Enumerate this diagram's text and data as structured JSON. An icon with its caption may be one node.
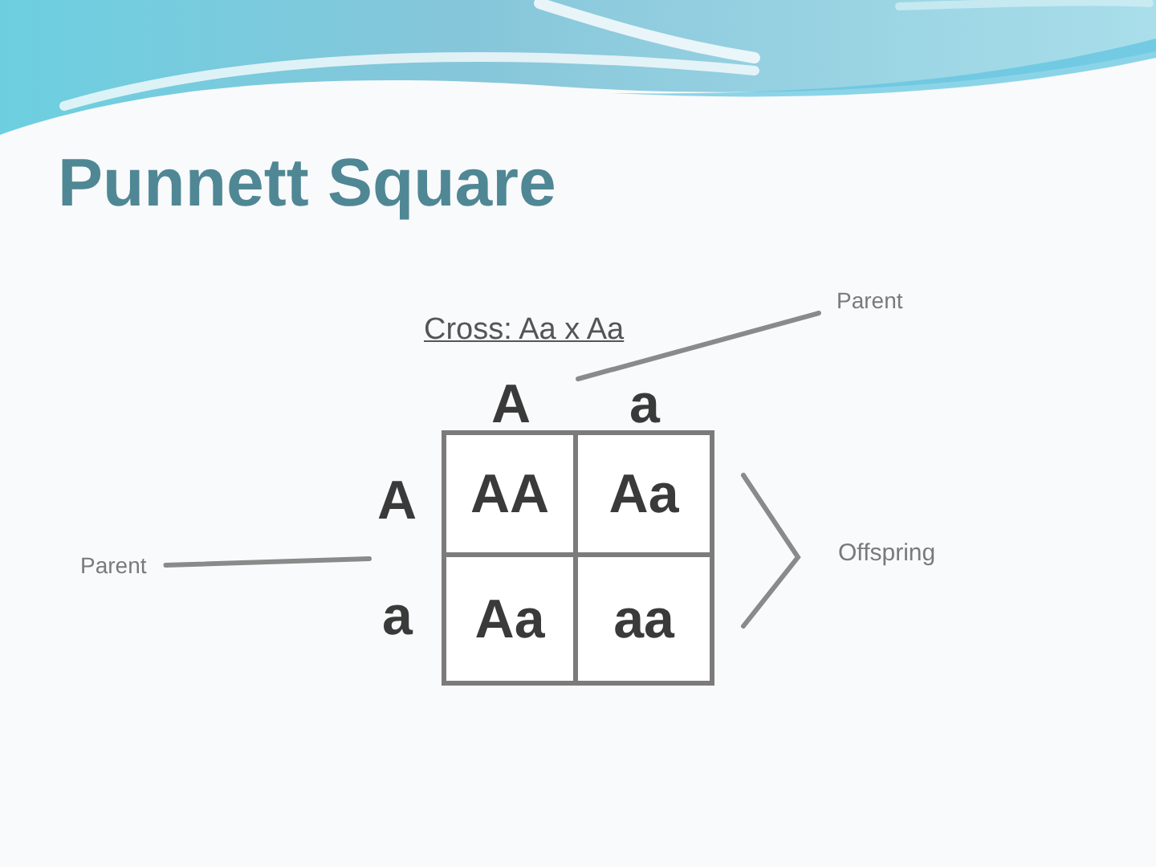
{
  "diagram": {
    "title": "Punnett Square",
    "nodes": [
      {
        "text": [
          "Parent"
        ]
      },
      {
        "text": [
          "A",
          "a"
        ]
      },
      {
        "text": [
          "Parent"
        ]
      },
      {
        "text": [
          "A",
          "a"
        ]
      },
      {
        "text": [],
        "shape": "box"
      },
      {
        "text": [
          "AA"
        ],
        "in": 4
      },
      {
        "text": [
          "Aa"
        ],
        "in": 4
      },
      {
        "text": [
          "Aa"
        ],
        "in": 4
      },
      {
        "text": [
          "aa"
        ],
        "in": 4
      }
    ],
    "edges": [
      {
        "from": 0,
        "to": 1,
        "arrow": "none"
      },
      {
        "from": 2,
        "to": 3,
        "arrow": "none"
      }
    ],
    "labels": [
      "Cross: Aa x Aa",
      "Offspring"
    ]
  }
}
